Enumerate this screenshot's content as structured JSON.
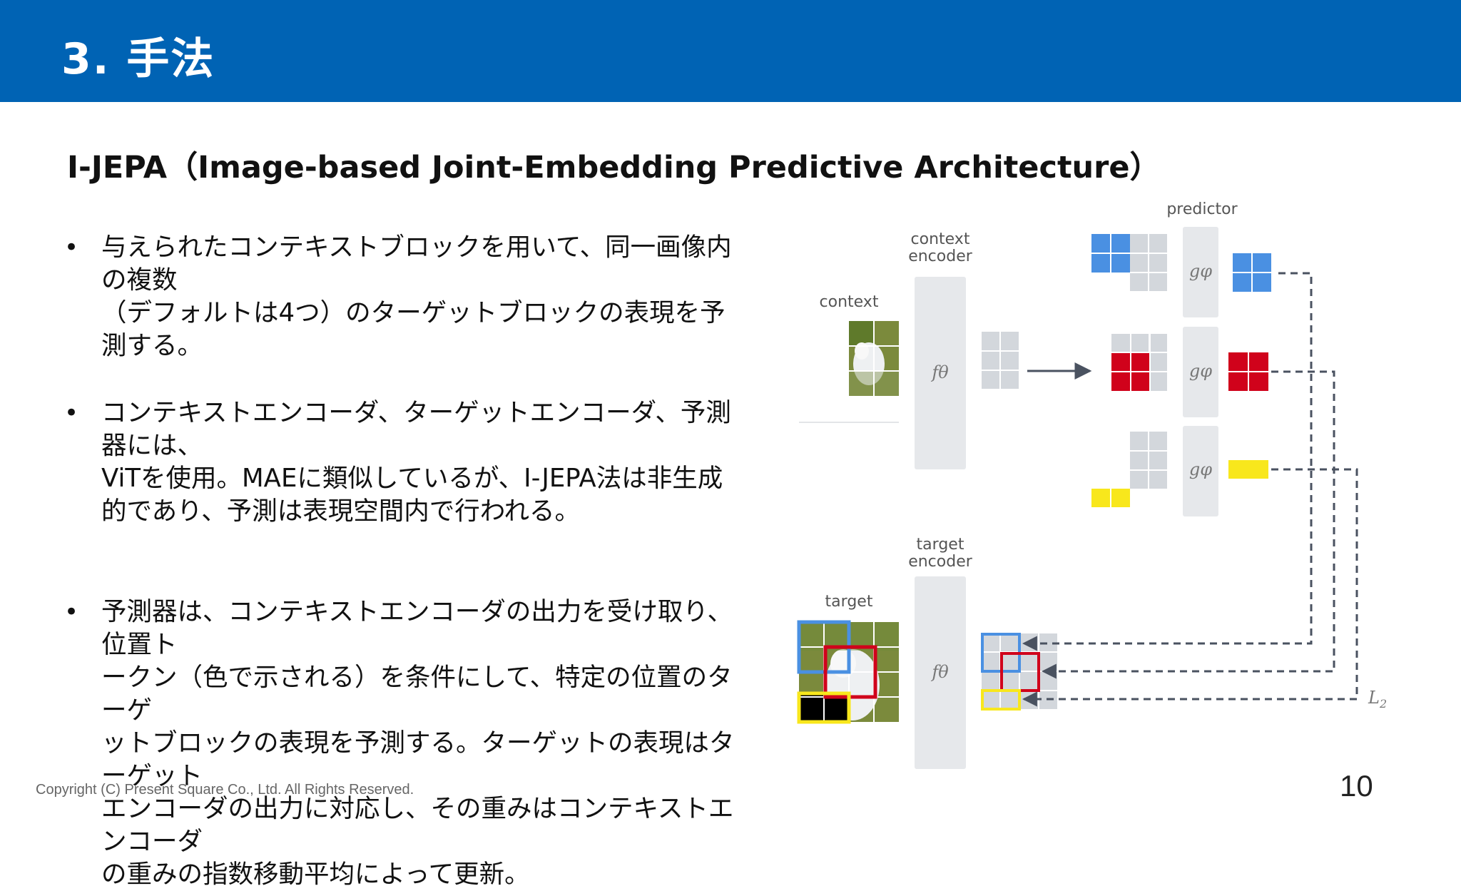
{
  "header": {
    "title": "3. 手法"
  },
  "subtitle": "I-JEPA（Image-based Joint-Embedding Predictive Architecture）",
  "bullets": [
    {
      "symbol": "•",
      "lines": [
        "与えられたコンテキストブロックを用いて、同一画像内の複数",
        "（デフォルトは4つ）のターゲットブロックの表現を予測する。"
      ]
    },
    {
      "symbol": "•",
      "lines": [
        "コンテキストエンコーダ、ターゲットエンコーダ、予測器には、",
        "ViTを使用。MAEに類似しているが、I-JEPA法は非生成",
        "的であり、予測は表現空間内で行われる。"
      ]
    },
    {
      "symbol": "•",
      "lines": [
        "予測器は、コンテキストエンコーダの出力を受け取り、位置ト",
        "ークン（色で示される）を条件にして、特定の位置のターゲ",
        "ットブロックの表現を予測する。ターゲットの表現はターゲット",
        "エンコーダの出力に対応し、その重みはコンテキストエンコーダ",
        "の重みの指数移動平均によって更新。"
      ]
    }
  ],
  "diagram": {
    "context_label": "context",
    "target_label": "target",
    "context_encoder_label": [
      "context",
      "encoder"
    ],
    "target_encoder_label": [
      "target",
      "encoder"
    ],
    "predictor_label": "predictor",
    "encoder_symbol": "fθ",
    "predictor_symbol": "gφ",
    "loss_symbol": "L2",
    "colors": {
      "blue": "#4a90e2",
      "red": "#d0021b",
      "yellow": "#f8e71c",
      "gray": "#d3d7dc",
      "encoder": "#e6e8eb",
      "dashed": "#4a5260"
    }
  },
  "footer": {
    "copyright": "Copyright (C) Present Square Co., Ltd. All Rights Reserved.",
    "page_number": "10"
  }
}
